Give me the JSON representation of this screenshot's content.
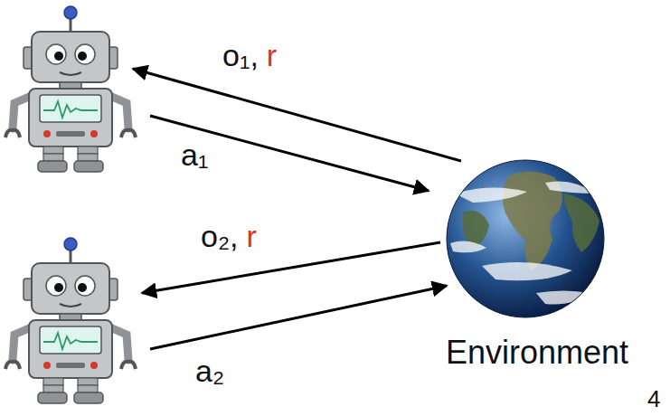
{
  "diagram": {
    "nodes": [
      {
        "text": [
          "Environment"
        ]
      }
    ],
    "labels": [
      "o₁,",
      "r",
      "a₁",
      "o₂,",
      "r",
      "a₂",
      "4"
    ]
  }
}
